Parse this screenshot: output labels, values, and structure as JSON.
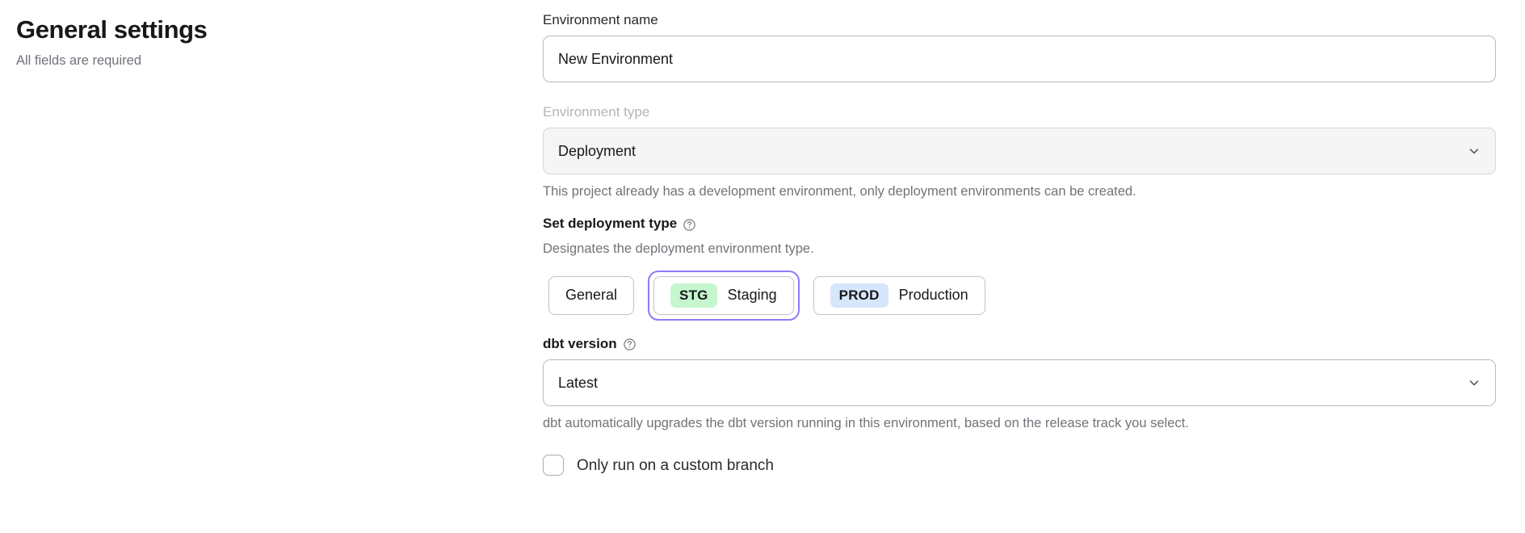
{
  "header": {
    "title": "General settings",
    "subtitle": "All fields are required"
  },
  "form": {
    "environment_name": {
      "label": "Environment name",
      "value": "New Environment",
      "placeholder": "Environment name"
    },
    "environment_type": {
      "label": "Environment type",
      "value": "Deployment",
      "disabled": true,
      "helper": "This project already has a development environment, only deployment environments can be created.",
      "chevron_icon": "chevron-down-icon"
    },
    "deployment_type": {
      "label": "Set deployment type",
      "help_icon": "question-circle-icon",
      "helper": "Designates the deployment environment type.",
      "options": [
        {
          "id": "general",
          "badge": "",
          "label": "General",
          "selected": false,
          "focused": false
        },
        {
          "id": "staging",
          "badge": "STG",
          "label": "Staging",
          "selected": true,
          "focused": true
        },
        {
          "id": "production",
          "badge": "PROD",
          "label": "Production",
          "selected": false,
          "focused": false
        }
      ]
    },
    "dbt_version": {
      "label": "dbt version",
      "help_icon": "question-circle-icon",
      "value": "Latest",
      "helper": "dbt automatically upgrades the dbt version running in this environment, based on the release track you select.",
      "chevron_icon": "chevron-down-icon"
    },
    "custom_branch": {
      "label": "Only run on a custom branch",
      "checked": false
    }
  },
  "colors": {
    "focus_ring": "#8b7cf6",
    "badge_stg_bg": "#c6f6cd",
    "badge_prod_bg": "#d6e6fb",
    "text_primary": "#18181b",
    "text_muted": "#72727a",
    "border": "#b9b9c0",
    "disabled_bg": "#f5f5f6"
  }
}
